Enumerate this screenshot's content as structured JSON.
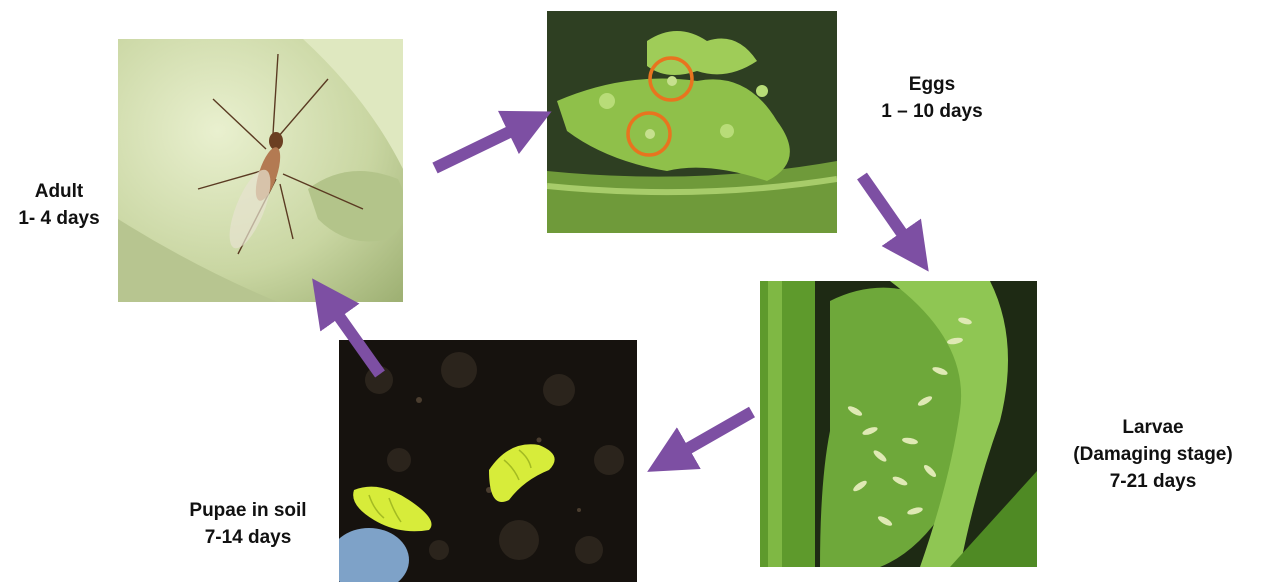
{
  "stages": {
    "eggs": {
      "name": "Eggs",
      "duration": "1 – 10 days"
    },
    "larvae": {
      "name": "Larvae",
      "note": "(Damaging stage)",
      "duration": "7-21 days"
    },
    "pupae": {
      "name": "Pupae in soil",
      "duration": "7-14 days"
    },
    "adult": {
      "name": "Adult",
      "duration": "1- 4 days"
    }
  },
  "colors": {
    "arrow": "#7d4fa3",
    "egg_marker": "#e8741f"
  }
}
